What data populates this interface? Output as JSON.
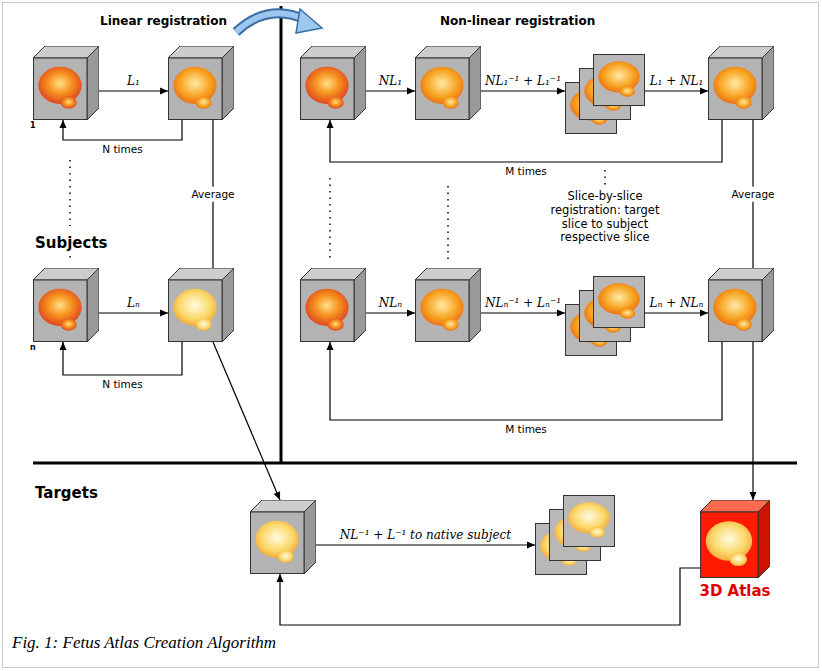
{
  "diagram": {
    "caption": "Fig. 1: Fetus Atlas Creation Algorithm",
    "nodes": [
      {
        "text": []
      },
      {
        "text": []
      },
      {
        "text": []
      },
      {
        "text": []
      },
      {
        "text": []
      },
      {
        "text": []
      },
      {
        "text": []
      },
      {
        "text": []
      },
      {
        "text": []
      },
      {
        "text": []
      },
      {
        "text": []
      },
      {
        "text": []
      },
      {
        "text": []
      },
      {
        "text": []
      },
      {
        "text": [
          "3D Atlas"
        ]
      }
    ],
    "edges": [
      {
        "from": 0,
        "to": 1,
        "arrow": "to",
        "label": "L₁"
      },
      {
        "from": 1,
        "to": 0,
        "arrow": "to",
        "label": "N times"
      },
      {
        "from": 1,
        "to": 7,
        "arrow": "none",
        "label": "Average"
      },
      {
        "from": 6,
        "to": 7,
        "arrow": "to",
        "label": "Lₙ"
      },
      {
        "from": 7,
        "to": 6,
        "arrow": "to",
        "label": "N times"
      },
      {
        "from": 7,
        "to": 12,
        "arrow": "to"
      },
      {
        "from": 2,
        "to": 3,
        "arrow": "to",
        "label": "NL₁"
      },
      {
        "from": 3,
        "to": 4,
        "arrow": "to",
        "label": "NL₁⁻¹ + L₁⁻¹"
      },
      {
        "from": 4,
        "to": 5,
        "arrow": "to",
        "label": "L₁ + NL₁"
      },
      {
        "from": 5,
        "to": 2,
        "arrow": "to",
        "label": "M times"
      },
      {
        "from": 5,
        "to": 11,
        "arrow": "none",
        "label": "Average"
      },
      {
        "from": 8,
        "to": 9,
        "arrow": "to",
        "label": "NLₙ"
      },
      {
        "from": 9,
        "to": 10,
        "arrow": "to",
        "label": "NLₙ⁻¹ + Lₙ⁻¹"
      },
      {
        "from": 10,
        "to": 11,
        "arrow": "to",
        "label": "Lₙ + NLₙ"
      },
      {
        "from": 11,
        "to": 8,
        "arrow": "to",
        "label": "M times"
      },
      {
        "from": 11,
        "to": 14,
        "arrow": "to"
      },
      {
        "from": 12,
        "to": 13,
        "arrow": "to",
        "label": "NL⁻¹ + L⁻¹ to native subject"
      },
      {
        "from": 14,
        "to": 12,
        "arrow": "to"
      }
    ],
    "labels": [
      "Linear registration",
      "Non-linear registration",
      "1",
      "Subjects",
      "Slice-by-slice registration: target slice to subject respective slice",
      "n",
      "Targets"
    ]
  }
}
